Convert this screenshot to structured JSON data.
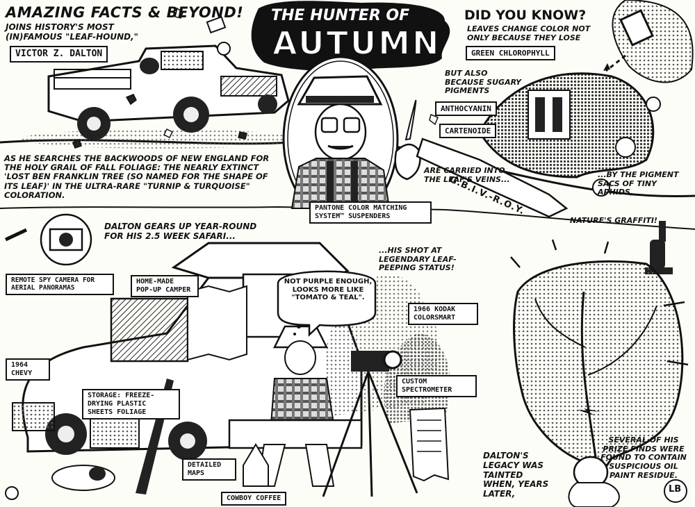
{
  "header": {
    "kicker": "AMAZING FACTS & BEYOND!",
    "intro": "JOINS HISTORY'S MOST (IN)FAMOUS \"LEAF-HOUND,\"",
    "name_label": "VICTOR Z. DALTON"
  },
  "title": {
    "line1": "THE HUNTER OF",
    "line2": "AUTUMN"
  },
  "did_you_know": {
    "heading": "DID YOU KNOW?",
    "line1": "LEAVES CHANGE COLOR NOT ONLY BECAUSE THEY LOSE",
    "chlorophyll": "GREEN CHLOROPHYLL",
    "but_also": "BUT ALSO BECAUSE SUGARY PIGMENTS",
    "anthocyanin": "ANTHOCYANIN",
    "cartenoide": "CARTENOIDE",
    "carried": "ARE CARRIED INTO THE LEAF'S VEINS...",
    "aphids": "...BY THE PIGMENT SACS OF TINY APHIDS,",
    "ribbon": "G.B.I.V.-R.O.Y.",
    "graffiti": "NATURE'S GRAFFITI!"
  },
  "story": {
    "searches": "AS HE SEARCHES THE BACKWOODS OF NEW ENGLAND FOR THE HOLY GRAIL OF FALL FOLIAGE: THE NEARLY EXTINCT 'LOST BEN FRANKLIN TREE (SO NAMED FOR THE SHAPE OF ITS LEAF)' IN THE ULTRA-RARE \"TURNIP & TURQUOISE\" COLORATION.",
    "suspenders": "PANTONE COLOR MATCHING SYSTEM™ SUSPENDERS",
    "gears_up": "DALTON GEARS UP YEAR-ROUND FOR HIS 2.5 WEEK SAFARI...",
    "his_shot": "...HIS SHOT AT LEGENDARY LEAF-PEEPING STATUS!",
    "speech": "NOT PURPLE ENOUGH, LOOKS MORE LIKE \"TOMATO & TEAL\".",
    "legacy": "DALTON'S LEGACY WAS TAINTED WHEN, YEARS LATER,",
    "prize": "SEVERAL OF HIS PRIZE FINDS WERE FOUND TO CONTAIN SUSPICIOUS OIL PAINT RESIDUE."
  },
  "gear_labels": {
    "spy_camera": "REMOTE SPY CAMERA FOR AERIAL PANORAMAS",
    "camper": "HOME-MADE POP-UP CAMPER",
    "chevy": "1964 CHEVY",
    "storage": "STORAGE: FREEZE-DRYING PLASTIC SHEETS FOLIAGE",
    "maps": "DETAILED MAPS",
    "coffee": "COWBOY COFFEE",
    "kodak": "1966 KODAK COLORSMART",
    "spectrometer": "CUSTOM SPECTROMETER"
  },
  "signature": "LB",
  "colors": {
    "ink": "#111111",
    "paper": "#fdfdf8",
    "halftone": "#bdbdb6"
  }
}
